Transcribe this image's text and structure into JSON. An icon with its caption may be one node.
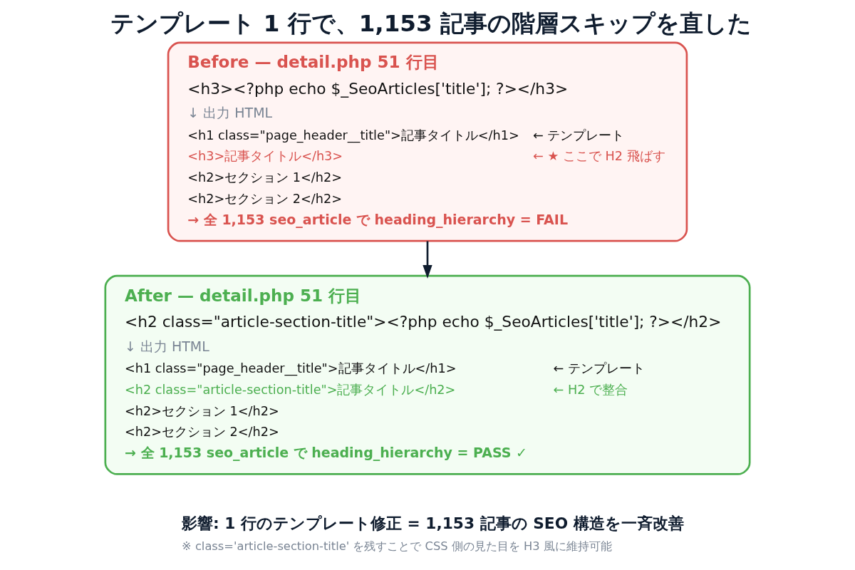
{
  "diagram": {
    "title": "テンプレート 1 行で、1,153 記事の階層スキップを直した",
    "nodes": [
      {
        "text": [
          "Before — detail.php 51 行目",
          "<h3><?php echo $_SeoArticles['title']; ?></h3>",
          "↓ 出力 HTML",
          "<h1 class=\"page_header__title\">記事タイトル</h1>",
          "← テンプレート",
          "<h3>記事タイトル</h3>",
          "← ★ ここで H2 飛ばす",
          "<h2>セクション 1</h2>",
          "<h2>セクション 2</h2>",
          "→ 全 1,153 seo_article で heading_hierarchy = FAIL"
        ]
      },
      {
        "text": [
          "After — detail.php 51 行目",
          "<h2 class=\"article-section-title\"><?php echo $_SeoArticles['title']; ?></h2>",
          "↓ 出力 HTML",
          "<h1 class=\"page_header__title\">記事タイトル</h1>",
          "← テンプレート",
          "<h2 class=\"article-section-title\">記事タイトル</h2>",
          "← H2 で整合",
          "<h2>セクション 1</h2>",
          "<h2>セクション 2</h2>",
          "→ 全 1,153 seo_article で heading_hierarchy = PASS ✓"
        ]
      }
    ],
    "edges": [
      {
        "from": 0,
        "to": 1,
        "arrow": "to"
      }
    ],
    "labels": [
      "影響: 1 行のテンプレート修正 = 1,153 記事の SEO 構造を一斉改善",
      "※ class='article-section-title' を残すことで CSS 側の見た目を H3 風に維持可能"
    ]
  }
}
